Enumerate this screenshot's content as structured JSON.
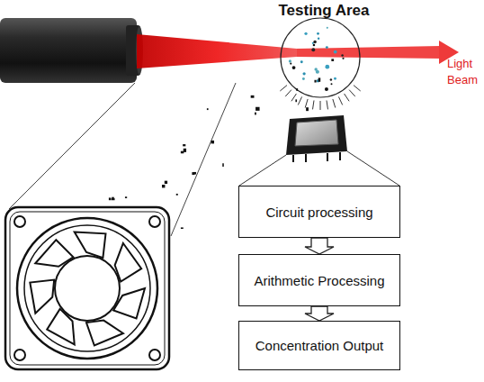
{
  "diagram": {
    "title": "Testing Area",
    "nodes": [
      {
        "text": [
          "Circuit processing"
        ]
      },
      {
        "text": [
          "Arithmetic Processing"
        ]
      },
      {
        "text": [
          "Concentration Output"
        ]
      }
    ],
    "edges": [
      {
        "from": 0,
        "to": 1,
        "arrow": "to"
      },
      {
        "from": 1,
        "to": 2,
        "arrow": "to"
      }
    ],
    "labels": [
      "Light Beam"
    ]
  }
}
